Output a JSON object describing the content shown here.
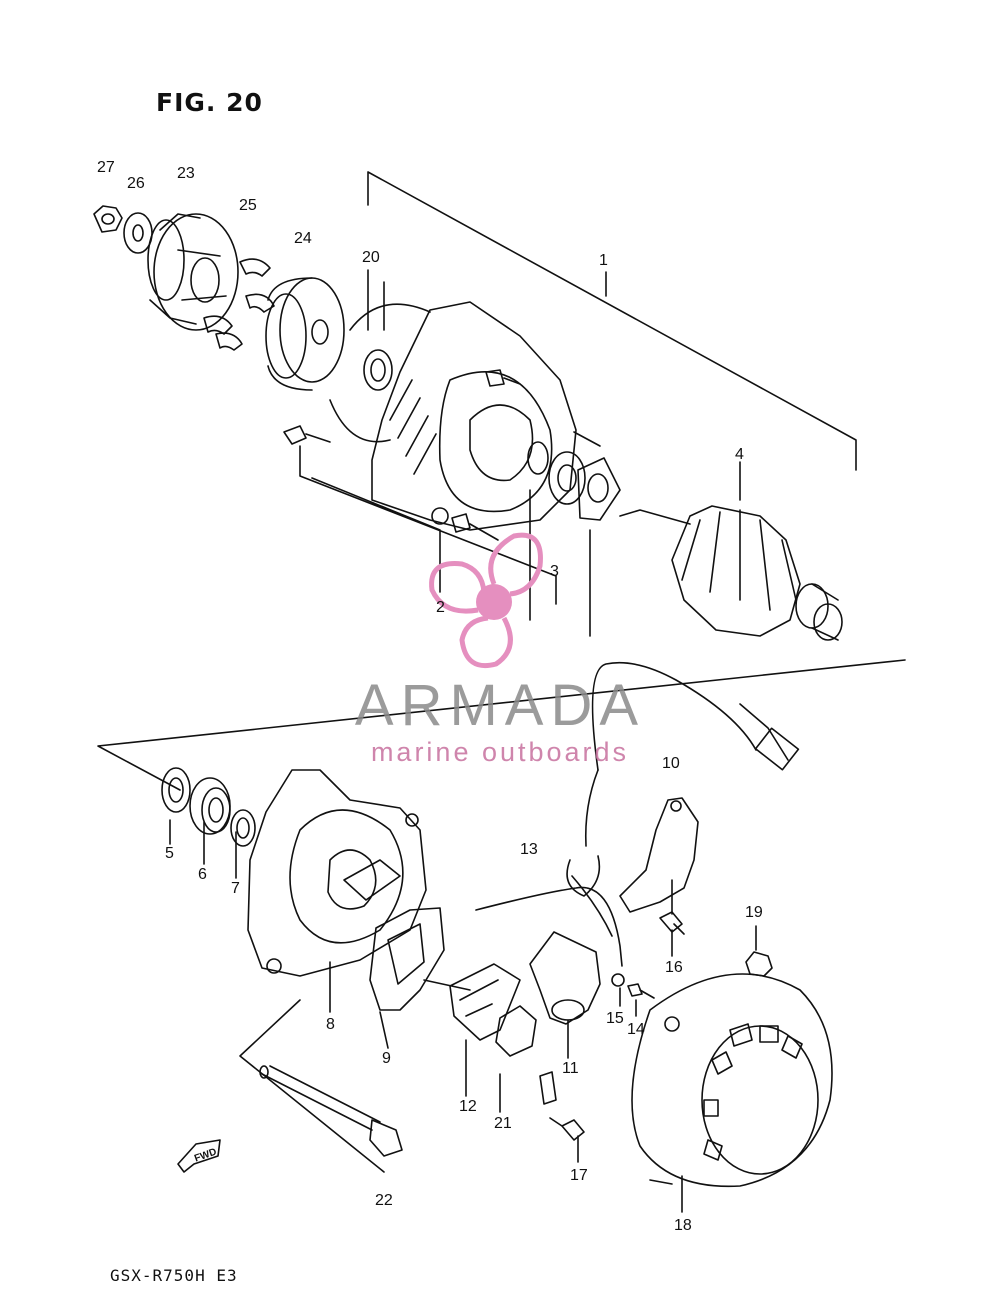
{
  "figure": {
    "title": "FIG. 20",
    "model_code": "GSX-R750H E3"
  },
  "watermark": {
    "brand": "ARMADA",
    "tagline": "marine outboards",
    "colors": {
      "accent": "#e58fbf",
      "text": "#8a8a8a"
    }
  },
  "callouts": [
    "1",
    "2",
    "3",
    "4",
    "5",
    "6",
    "7",
    "8",
    "9",
    "10",
    "11",
    "12",
    "13",
    "14",
    "15",
    "16",
    "17",
    "18",
    "19",
    "20",
    "21",
    "22",
    "23",
    "24",
    "25",
    "26",
    "27"
  ],
  "fwd_label": "FWD"
}
